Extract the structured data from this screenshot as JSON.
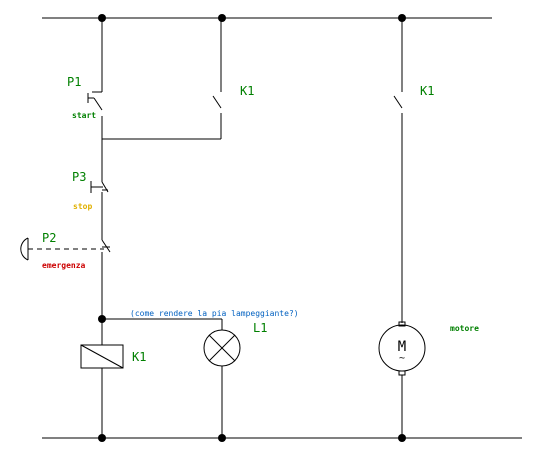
{
  "labels": {
    "p1": "P1",
    "p1_sub": "start",
    "k1_contact_a": "K1",
    "k1_contact_b": "K1",
    "p3": "P3",
    "p3_sub": "stop",
    "p2": "P2",
    "p2_sub": "emergenza",
    "note": "(come rendere la pia lampeggiante?)",
    "l1": "L1",
    "coil": "K1",
    "motor_sub": "motore",
    "motor_m": "M",
    "motor_tilde": "~"
  },
  "colors": {
    "wire": "#000000",
    "label_green": "#008000",
    "start_green": "#008000",
    "stop_yellow": "#e0b000",
    "emergency_red": "#cc0000",
    "note_blue": "#0060c0"
  },
  "icons": {
    "push_button": "pushbutton-no-icon",
    "stop_button": "pushbutton-nc-icon",
    "emergency": "emergency-mushroom-icon",
    "contact": "relay-contact-icon",
    "coil": "relay-coil-icon",
    "lamp": "lamp-icon",
    "motor": "motor-icon"
  }
}
